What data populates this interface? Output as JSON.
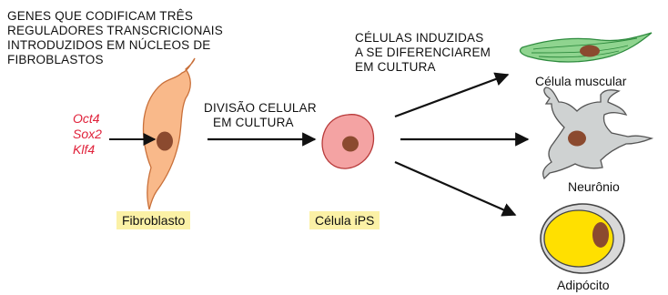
{
  "header_text": {
    "line1": "GENES QUE CODIFICAM TRÊS",
    "line2": "REGULADORES TRANSCRICIONAIS",
    "line3": "INTRODUZIDOS EM NÚCLEOS DE",
    "line4": "FIBROBLASTOS"
  },
  "genes": [
    "Oct4",
    "Sox2",
    "Klf4"
  ],
  "division_text": {
    "line1": "DIVISÃO CELULAR",
    "line2": "EM CULTURA"
  },
  "induced_text": {
    "line1": "CÉLULAS INDUZIDAS",
    "line2": "A SE DIFERENCIAREM",
    "line3": "EM CULTURA"
  },
  "labels": {
    "fibroblast": "Fibroblasto",
    "ips": "Célula iPS",
    "muscle": "Célula muscular",
    "neuron": "Neurônio",
    "adipocyte": "Adipócito"
  },
  "colors": {
    "fibroblast_fill": "#f9b98a",
    "ips_fill": "#f4a3a3",
    "nucleus": "#8b4a2f",
    "muscle_fill": "#8fd48f",
    "neuron_fill": "#cfd2d2",
    "adipocyte_fat": "#ffe000",
    "label_highlight": "#fbf1a6",
    "gene_text": "#e0213a"
  }
}
